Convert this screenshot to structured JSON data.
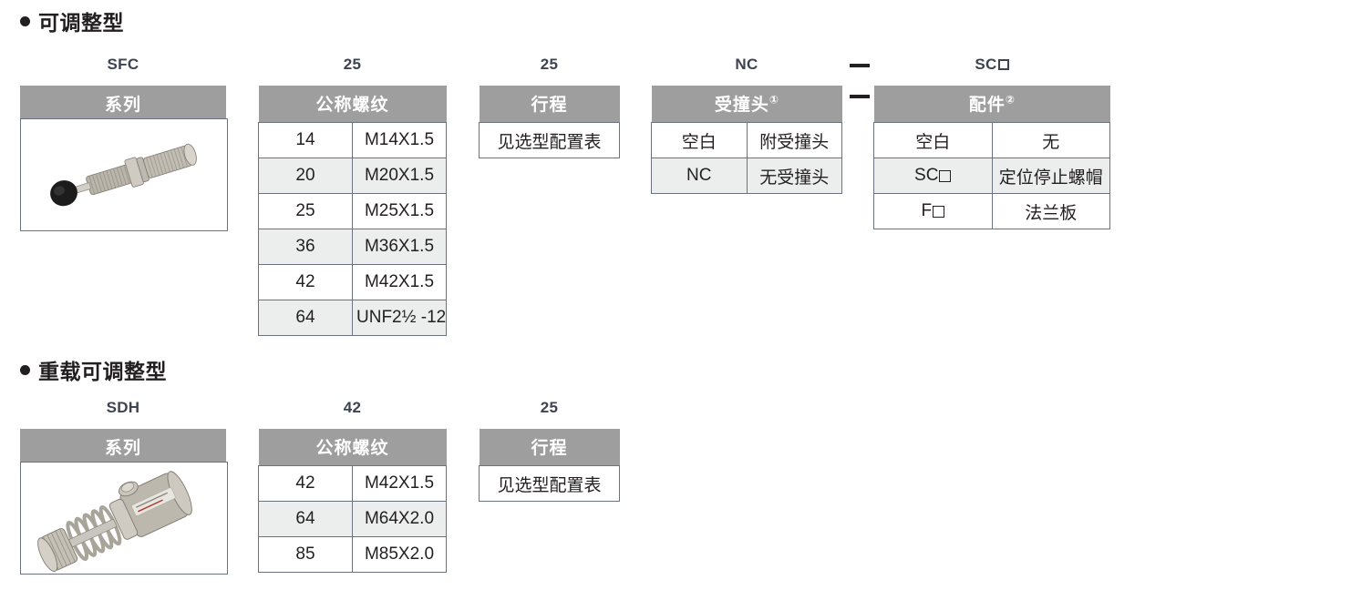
{
  "sections": [
    {
      "heading": "可调整型",
      "code_labels": [
        "SFC",
        "25",
        "25",
        "NC",
        "SC□"
      ],
      "series": {
        "header": "系列",
        "photo_alt": "adjustable-shock-absorber-photo"
      },
      "thread": {
        "header": "公称螺纹",
        "rows": [
          {
            "code": "14",
            "spec": "M14X1.5"
          },
          {
            "code": "20",
            "spec": "M20X1.5"
          },
          {
            "code": "25",
            "spec": "M25X1.5"
          },
          {
            "code": "36",
            "spec": "M36X1.5"
          },
          {
            "code": "42",
            "spec": "M42X1.5"
          },
          {
            "code": "64",
            "spec": "UNF2½ -12"
          }
        ]
      },
      "stroke": {
        "header": "行程",
        "rows": [
          {
            "value": "见选型配置表"
          }
        ]
      },
      "impact_head": {
        "header": "受撞头",
        "header_sup": "①",
        "rows": [
          {
            "code": "空白",
            "desc": "附受撞头"
          },
          {
            "code": "NC",
            "desc": "无受撞头"
          }
        ]
      },
      "accessory": {
        "header": "配件",
        "header_sup": "②",
        "rows": [
          {
            "code": "空白",
            "code_square": false,
            "desc": "无"
          },
          {
            "code": "SC",
            "code_square": true,
            "desc": "定位停止螺帽"
          },
          {
            "code": "F",
            "code_square": true,
            "desc": "法兰板"
          }
        ]
      },
      "separators": [
        "—",
        "—"
      ]
    },
    {
      "heading": "重载可调整型",
      "code_labels": [
        "SDH",
        "42",
        "25"
      ],
      "series": {
        "header": "系列",
        "photo_alt": "heavy-duty-shock-absorber-photo"
      },
      "thread": {
        "header": "公称螺纹",
        "rows": [
          {
            "code": "42",
            "spec": "M42X1.5"
          },
          {
            "code": "64",
            "spec": "M64X2.0"
          },
          {
            "code": "85",
            "spec": "M85X2.0"
          }
        ]
      },
      "stroke": {
        "header": "行程",
        "rows": [
          {
            "value": "见选型配置表"
          }
        ]
      }
    }
  ],
  "colors": {
    "header_gray": "#9e9e9e",
    "row_alt": "#eceeee",
    "border": "#6b7280",
    "text": "#231f20",
    "code_label": "#3d4451"
  }
}
